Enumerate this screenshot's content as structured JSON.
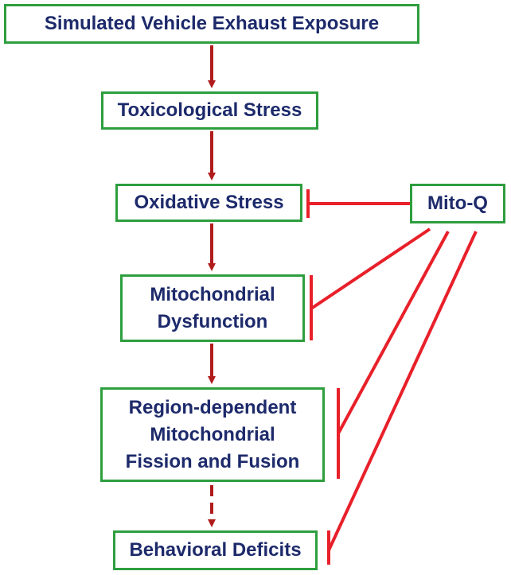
{
  "nodes": {
    "exposure": "Simulated Vehicle Exhaust Exposure",
    "toxicological": "Toxicological Stress",
    "oxidative": "Oxidative Stress",
    "mito_dysfunction": "Mitochondrial\nDysfunction",
    "fission_fusion": "Region-dependent\nMitochondrial\nFission and Fusion",
    "behavioral": "Behavioral Deficits",
    "mitoq": "Mito-Q"
  },
  "colors": {
    "box_border": "#2e9e3e",
    "box_text": "#1d2a6b",
    "causal_arrow": "#b01c1c",
    "inhibition": "#e8202a"
  },
  "edges": [
    {
      "from": "exposure",
      "to": "toxicological",
      "type": "causes"
    },
    {
      "from": "toxicological",
      "to": "oxidative",
      "type": "causes"
    },
    {
      "from": "oxidative",
      "to": "mito_dysfunction",
      "type": "causes"
    },
    {
      "from": "mito_dysfunction",
      "to": "fission_fusion",
      "type": "causes"
    },
    {
      "from": "fission_fusion",
      "to": "behavioral",
      "type": "causes",
      "style": "dashed"
    },
    {
      "from": "mitoq",
      "to": "oxidative",
      "type": "inhibits"
    },
    {
      "from": "mitoq",
      "to": "mito_dysfunction",
      "type": "inhibits"
    },
    {
      "from": "mitoq",
      "to": "fission_fusion",
      "type": "inhibits"
    },
    {
      "from": "mitoq",
      "to": "behavioral",
      "type": "inhibits"
    }
  ]
}
